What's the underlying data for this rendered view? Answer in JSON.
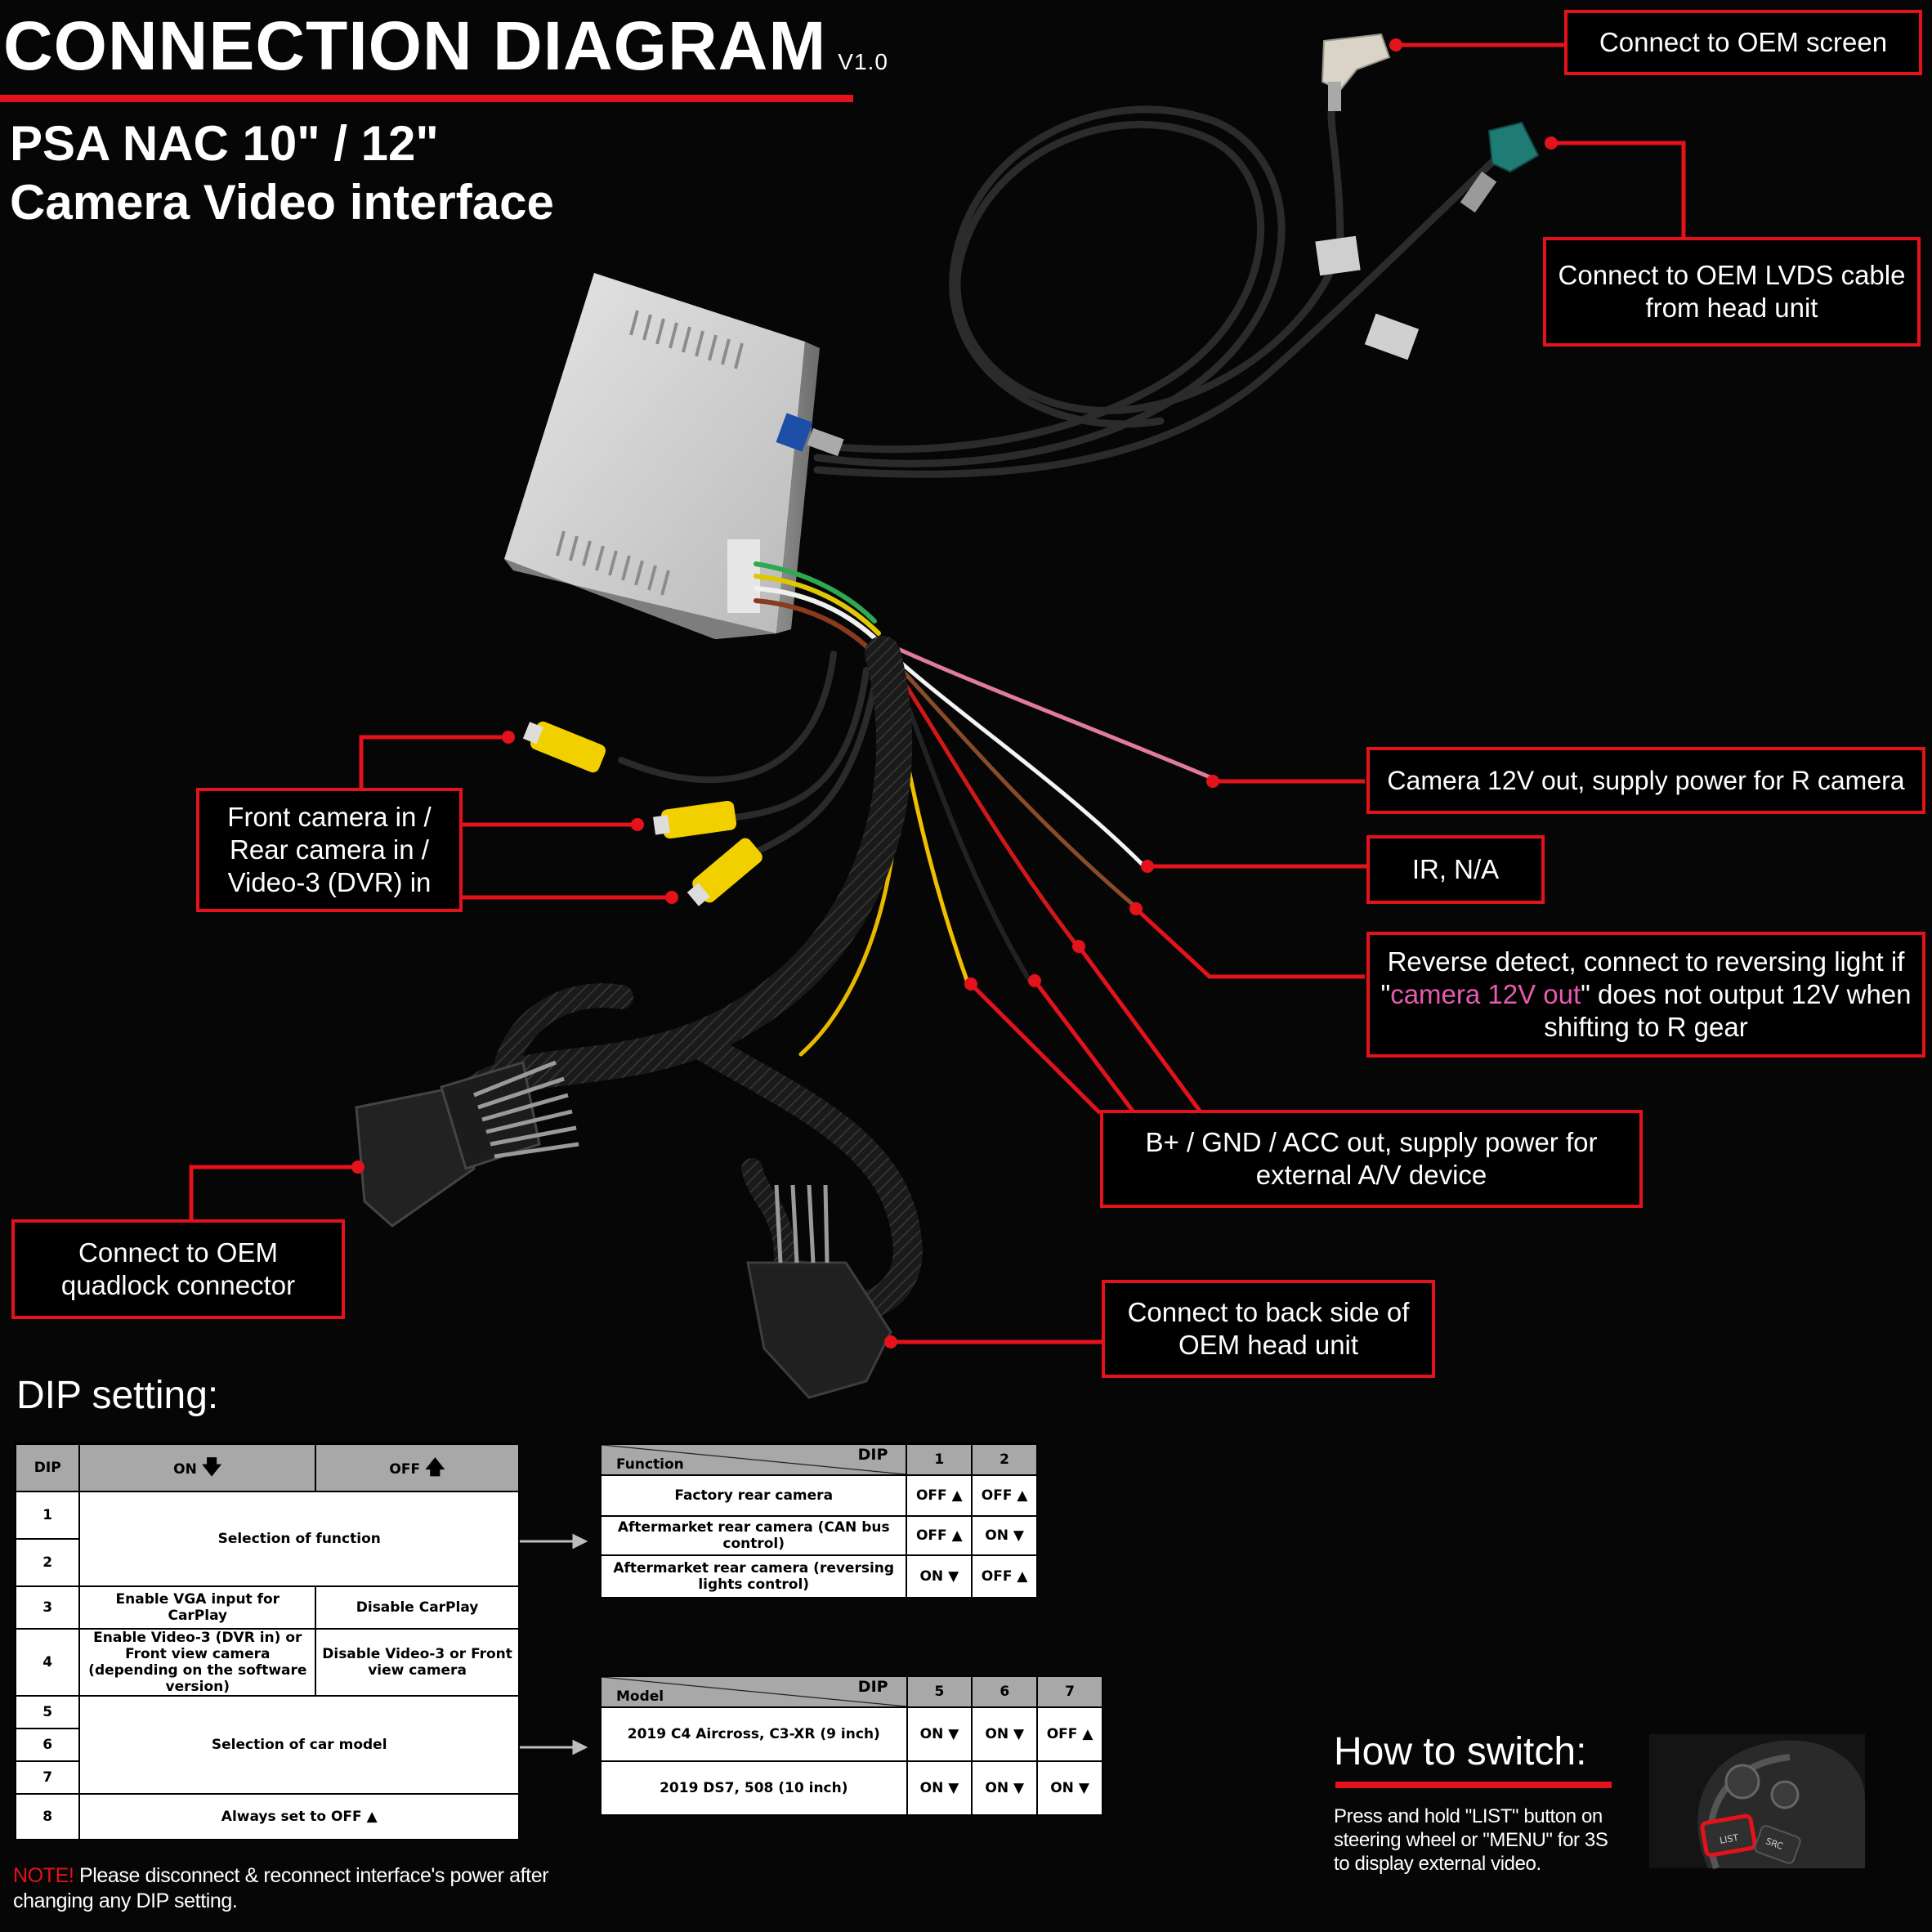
{
  "header": {
    "title": "CONNECTION DIAGRAM",
    "version": "V1.0",
    "subtitle_line1": "PSA NAC 10\" / 12\"",
    "subtitle_line2": "Camera Video interface"
  },
  "callouts": {
    "oem_screen": "Connect to OEM screen",
    "lvds": "Connect to OEM LVDS cable from head unit",
    "cameras_line1": "Front camera in /",
    "cameras_line2": "Rear camera in /",
    "cameras_line3": "Video-3 (DVR) in",
    "camera12v": "Camera 12V out, supply power for R camera",
    "ir": "IR, N/A",
    "reverse_pre": "Reverse detect, connect to reversing light if \"",
    "reverse_highlight": "camera 12V out",
    "reverse_post": "\" does not output 12V when shifting to R gear",
    "power": "B+ / GND / ACC out, supply power for external A/V device",
    "quadlock": "Connect to OEM quadlock connector",
    "head_unit": "Connect to back side of OEM head unit"
  },
  "dip": {
    "heading": "DIP setting:",
    "main_table": {
      "col_dip": "DIP",
      "col_on": "ON",
      "col_off": "OFF",
      "rows": {
        "n1": "1",
        "n2": "2",
        "n3": "3",
        "n4": "4",
        "n5": "5",
        "n6": "6",
        "n7": "7",
        "n8": "8",
        "selection_function": "Selection of function",
        "vga_on": "Enable VGA input for CarPlay",
        "vga_off": "Disable CarPlay",
        "video3_on": "Enable Video-3 (DVR in) or Front view camera (depending on the software version)",
        "video3_off": "Disable Video-3 or Front view camera",
        "selection_model": "Selection of car model",
        "always_off": "Always set to OFF"
      }
    },
    "function_table": {
      "head_left": "Function",
      "head_right": "DIP",
      "cols": [
        "1",
        "2"
      ],
      "rows": [
        {
          "name": "Factory rear camera",
          "v1": "OFF",
          "v2": "OFF"
        },
        {
          "name": "Aftermarket rear camera (CAN bus control)",
          "v1": "OFF",
          "v2": "ON"
        },
        {
          "name": "Aftermarket rear camera (reversing lights control)",
          "v1": "ON",
          "v2": "OFF"
        }
      ]
    },
    "model_table": {
      "head_left": "Model",
      "head_right": "DIP",
      "cols": [
        "5",
        "6",
        "7"
      ],
      "rows": [
        {
          "name": "2019 C4 Aircross, C3-XR (9 inch)",
          "v5": "ON",
          "v6": "ON",
          "v7": "OFF"
        },
        {
          "name": "2019 DS7, 508 (10 inch)",
          "v5": "ON",
          "v6": "ON",
          "v7": "ON"
        }
      ]
    }
  },
  "note": {
    "label": "NOTE!",
    "text": " Please disconnect & reconnect interface's power after changing any DIP setting."
  },
  "how_to_switch": {
    "heading": "How to switch:",
    "text": "Press and hold \"LIST\" button on steering wheel or \"MENU\" for 3S to display external video.",
    "button_list": "LIST",
    "button_src": "SRC"
  },
  "colors": {
    "accent_red": "#e3121b",
    "highlight_pink": "#e85ab0",
    "background": "#060606"
  }
}
